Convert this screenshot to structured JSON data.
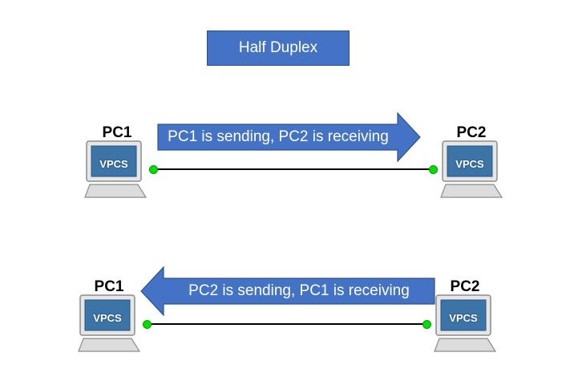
{
  "title": "Half Duplex",
  "colors": {
    "title_fill": "#4472c4",
    "arrow_fill": "#4472c4",
    "link_dot": "#00e000",
    "cable": "#000000"
  },
  "rows": [
    {
      "left_pc": {
        "label": "PC1",
        "screen_text": "VPCS"
      },
      "right_pc": {
        "label": "PC2",
        "screen_text": "VPCS"
      },
      "arrow": {
        "direction": "right",
        "text": "PC1 is sending, PC2 is receiving"
      }
    },
    {
      "left_pc": {
        "label": "PC1",
        "screen_text": "VPCS"
      },
      "right_pc": {
        "label": "PC2",
        "screen_text": "VPCS"
      },
      "arrow": {
        "direction": "left",
        "text": "PC2 is sending, PC1 is receiving"
      }
    }
  ]
}
